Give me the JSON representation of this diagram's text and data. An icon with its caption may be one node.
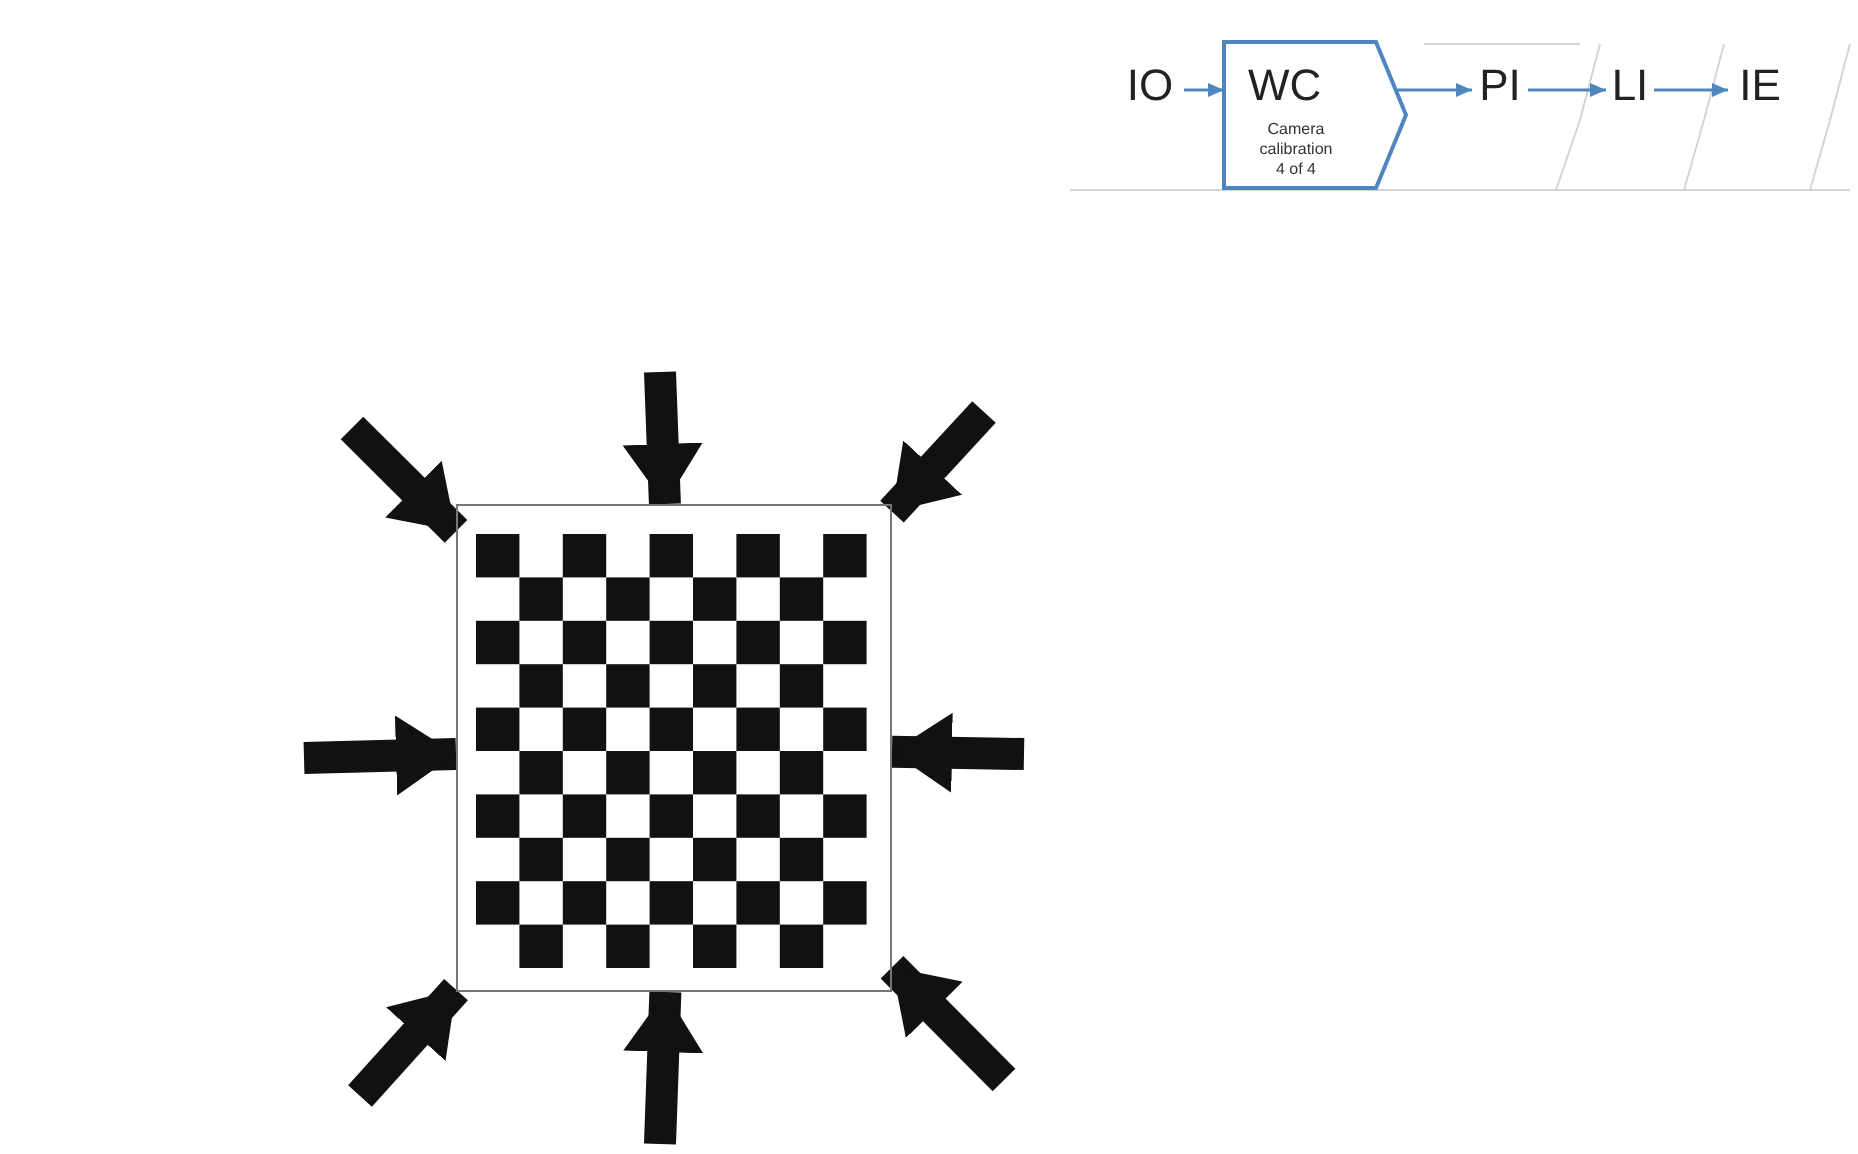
{
  "diagram": {
    "nodes": [
      {
        "text": [
          "IO"
        ]
      },
      {
        "text": [
          "WC",
          "Camera calibration 4 of 4"
        ]
      },
      {
        "text": [
          "PI"
        ]
      },
      {
        "text": [
          "LI"
        ]
      },
      {
        "text": [
          "IE"
        ]
      },
      {
        "text": [],
        "shape": "picture"
      }
    ],
    "edges": [
      {
        "from": 0,
        "to": 1,
        "arrow": "to",
        "color": "#4f86c0"
      },
      {
        "from": 1,
        "to": 2,
        "arrow": "to",
        "color": "#4f86c0"
      },
      {
        "from": 2,
        "to": 3,
        "arrow": "to",
        "color": "#4f86c0"
      },
      {
        "from": 3,
        "to": 4,
        "arrow": "to",
        "color": "#4f86c0"
      },
      {
        "from": null,
        "to": 5,
        "arrow": "to"
      },
      {
        "from": null,
        "to": 5,
        "arrow": "to"
      },
      {
        "from": null,
        "to": 5,
        "arrow": "to"
      },
      {
        "from": null,
        "to": 5,
        "arrow": "to"
      },
      {
        "from": null,
        "to": 5,
        "arrow": "to"
      },
      {
        "from": null,
        "to": 5,
        "arrow": "to"
      },
      {
        "from": null,
        "to": 5,
        "arrow": "to"
      },
      {
        "from": null,
        "to": 5,
        "arrow": "to"
      }
    ]
  }
}
